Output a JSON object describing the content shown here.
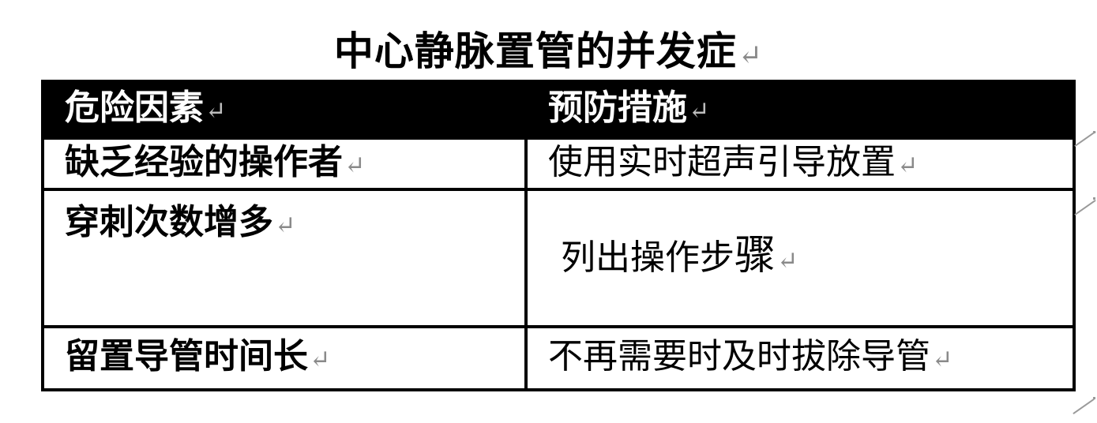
{
  "document": {
    "title": "中心静脉置管的并发症",
    "paragraph_mark": "↵"
  },
  "table": {
    "headers": [
      "危险因素",
      "预防措施"
    ],
    "rows": [
      {
        "risk_factor": "缺乏经验的操作者",
        "prevention": "使用实时超声引导放置"
      },
      {
        "risk_factor": "穿刺次数增多",
        "prevention_main": "列出操作步",
        "prevention_last": "骤"
      },
      {
        "risk_factor": "留置导管时间长",
        "prevention": "不再需要时及时拔除导管"
      }
    ]
  }
}
